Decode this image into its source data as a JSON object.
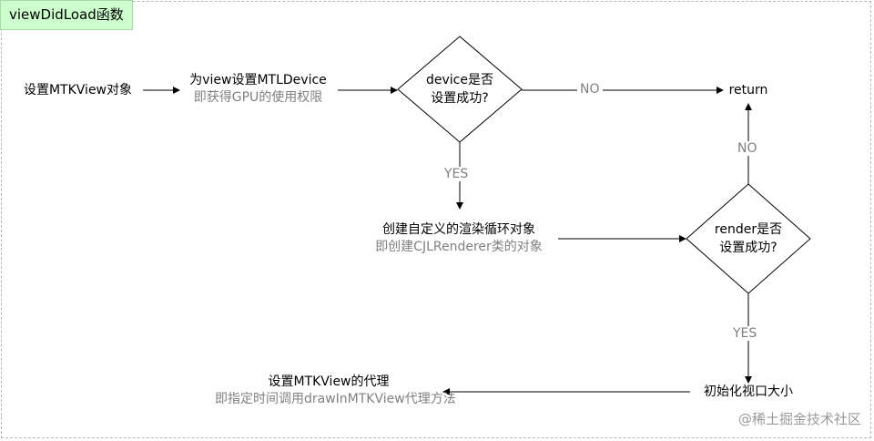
{
  "title": "viewDidLoad函数",
  "nodes": {
    "set_mtkview": {
      "main": "设置MTKView对象"
    },
    "set_device": {
      "main": "为view设置MTLDevice",
      "sub": "即获得GPU的使用权限"
    },
    "device_check": {
      "line1": "device是否",
      "line2": "设置成功?"
    },
    "return": {
      "main": "return"
    },
    "create_renderer": {
      "main": "创建自定义的渲染循环对象",
      "sub": "即创建CJLRenderer类的对象"
    },
    "render_check": {
      "line1": "render是否",
      "line2": "设置成功?"
    },
    "init_size": {
      "main": "初始化视口大小"
    },
    "set_delegate": {
      "main": "设置MTKView的代理",
      "sub": "即指定时间调用drawInMTKView代理方法"
    }
  },
  "edges": {
    "device_no": "NO",
    "device_yes": "YES",
    "render_no": "NO",
    "render_yes": "YES"
  },
  "watermark": "@稀土掘金技术社区"
}
